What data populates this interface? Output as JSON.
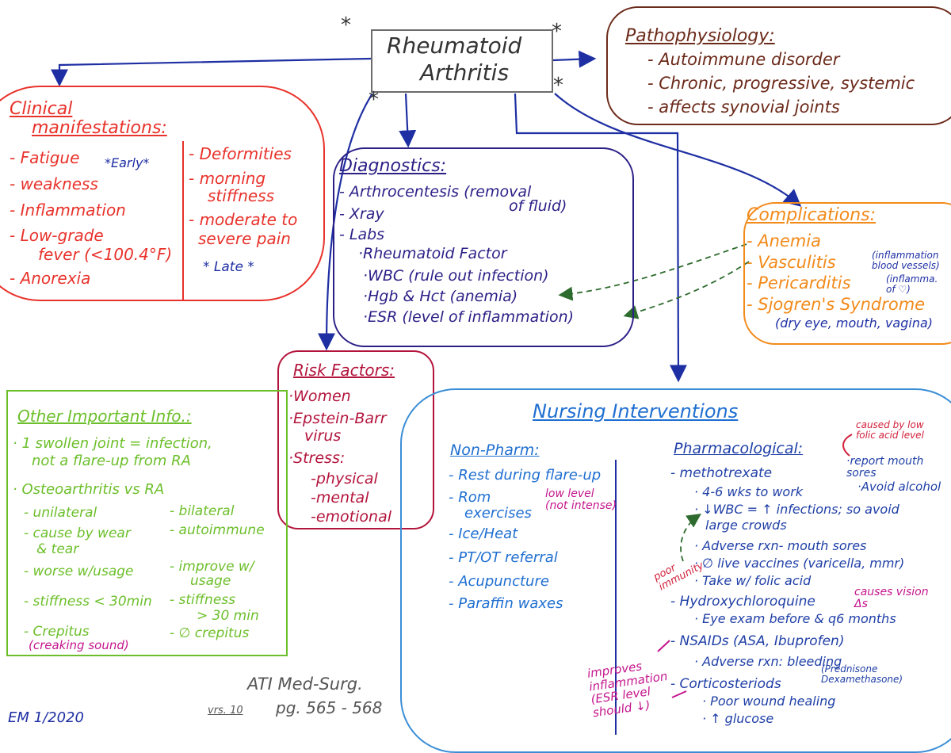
{
  "colors": {
    "title_border": "#6b6b6b",
    "patho": "#6b2a1a",
    "clinical": "#e8322b",
    "diagnostics": "#2b1f86",
    "complications": "#f28a1a",
    "risk": "#b3143c",
    "other": "#6cbf2a",
    "nursing_border": "#3b8ed6",
    "nonpharm": "#1f6fd1",
    "pharm": "#1f3fa6",
    "annot_red": "#d11f3a",
    "annot_magenta": "#c4168c",
    "dark_blue": "#1e2fa3",
    "green_dash": "#2e6b2e",
    "sign": "#1e2fa3"
  },
  "title": {
    "line1": "Rheumatoid",
    "line2": "Arthritis",
    "stars": [
      "*",
      "*",
      "*",
      "*"
    ]
  },
  "patho": {
    "heading": "Pathophysiology:",
    "items": [
      "- Autoimmune disorder",
      "- Chronic, progressive, systemic",
      "- affects synovial joints"
    ]
  },
  "clinical": {
    "heading_line1": "Clinical",
    "heading_line2": "manifestations:",
    "left": [
      "- Fatigue",
      "- weakness",
      "- Inflammation",
      "- Low-grade",
      "fever (<100.4°F)",
      "- Anorexia"
    ],
    "early": "*Early*",
    "right": [
      "- Deformities",
      "- morning",
      "stiffness",
      "- moderate to",
      "severe pain"
    ],
    "late": "* Late *"
  },
  "diagnostics": {
    "heading": "Diagnostics:",
    "arthro": "- Arthrocentesis (removal",
    "arthro2": "of fluid)",
    "xray": "- Xray",
    "labs": "- Labs",
    "lab_items": [
      "·Rheumatoid Factor",
      "·WBC (rule out infection)",
      "·Hgb & Hct (anemia)",
      "·ESR (level of inflammation)"
    ]
  },
  "complications": {
    "heading": "Complications:",
    "items": [
      "- Anemia",
      "- Vasculitis",
      "- Pericarditis",
      "- Sjogren's Syndrome"
    ],
    "vasc_note": "(inflammation blood vessels)",
    "peri_note": "(inflamma. of ♡)",
    "sjogren_note": "(dry eye, mouth, vagina)"
  },
  "risk": {
    "heading": "Risk Factors:",
    "items": [
      "·Women",
      "·Epstein-Barr",
      "virus",
      "·Stress:",
      "-physical",
      "-mental",
      "-emotional"
    ]
  },
  "other": {
    "heading": "Other Important Info.:",
    "b1a": "· 1 swollen joint = infection,",
    "b1b": "not a flare-up from RA",
    "b2": "· Osteoarthritis vs RA",
    "left": [
      "- unilateral",
      "- cause by wear",
      "& tear",
      "- worse w/usage",
      "- stiffness < 30min",
      "- Crepitus"
    ],
    "creaking": "(creaking sound)",
    "right": [
      "- bilateral",
      "- autoimmune",
      "- improve w/",
      "usage",
      "- stiffness",
      "> 30 min",
      "- ∅ crepitus"
    ]
  },
  "nursing": {
    "heading": "Nursing Interventions",
    "nonpharm_heading": "Non-Pharm:",
    "nonpharm": [
      "- Rest during flare-up",
      "- Rom",
      "exercises",
      "- Ice/Heat",
      "- PT/OT referral",
      "- Acupuncture",
      "- Paraffin waxes"
    ],
    "low_level": "low level (not intense)",
    "pharm_heading": "Pharmacological:",
    "pharm": [
      "- methotrexate",
      "· 4-6 wks to work",
      "· ↓WBC = ↑ infections; so avoid",
      "large crowds",
      "· Adverse rxn- mouth sores",
      "· ∅ live vaccines (varicella, mmr)",
      "· Take w/ folic acid",
      "- Hydroxychloroquine",
      "· Eye exam before & q6 months",
      "- NSAIDs (ASA, Ibuprofen)",
      "· Adverse rxn: bleeding",
      "- Corticosteriods",
      "· Poor wound healing",
      "· ↑ glucose"
    ],
    "cortico_note": "(Prednisone Dexamethasone)",
    "report": "·report mouth sores",
    "avoid_alcohol": "·Avoid alcohol",
    "caused_by": "caused by low folic acid level",
    "poor_immunity": "poor immunity",
    "causes_vision": "causes vision Δs",
    "improves": "improves inflammation (ESR level should ↓)"
  },
  "footer": {
    "ati": "ATI Med-Surg.",
    "vrs": "vrs. 10",
    "pages": "pg. 565 - 568",
    "sign": "EM 1/2020"
  }
}
